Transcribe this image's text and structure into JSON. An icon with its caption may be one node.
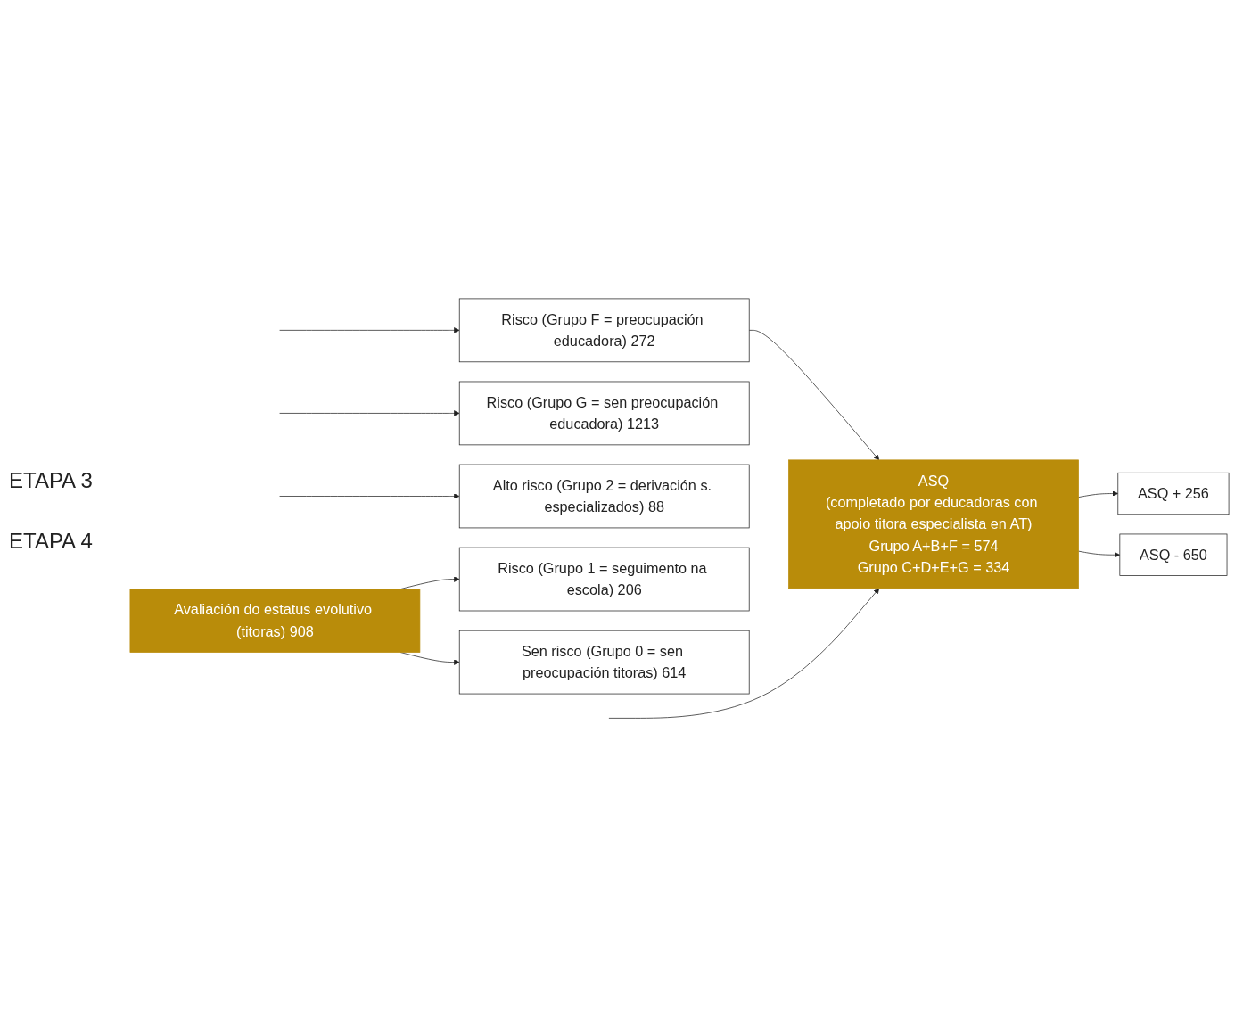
{
  "diagram": {
    "nodes": [
      {
        "text": [
          "Risco (Grupo F = preocupación educadora) 272"
        ]
      },
      {
        "text": [
          "Risco (Grupo G = sen preocupación educadora) 1213"
        ]
      },
      {
        "text": [
          "ASQ",
          "(completado por educadoras con apoio titora especialista en AT)",
          "Grupo A+B+F = 574",
          "Grupo C+D+E+G = 334"
        ]
      },
      {
        "text": [
          "ASQ + 256"
        ]
      },
      {
        "text": [
          "ASQ - 650"
        ]
      },
      {
        "text": [
          "Alto risco (Grupo 2 = derivación s. especializados) 88"
        ]
      },
      {
        "text": [
          "Avaliación do estatus evolutivo (titoras) 908"
        ]
      },
      {
        "text": [
          "Risco (Grupo 1 = seguimento na escola) 206"
        ]
      },
      {
        "text": [
          "Sen risco (Grupo 0 = sen preocupación titoras) 614"
        ]
      }
    ],
    "edges": [
      {
        "from": null,
        "to": 0,
        "arrow": "to"
      },
      {
        "from": null,
        "to": 1,
        "arrow": "to"
      },
      {
        "from": 0,
        "to": 2,
        "arrow": "to"
      },
      {
        "from": null,
        "to": 2,
        "arrow": "to"
      },
      {
        "from": 2,
        "to": 3,
        "arrow": "to"
      },
      {
        "from": 2,
        "to": 4,
        "arrow": "to"
      },
      {
        "from": null,
        "to": 5,
        "arrow": "to"
      },
      {
        "from": 6,
        "to": 7,
        "arrow": "to"
      },
      {
        "from": 6,
        "to": 8,
        "arrow": "to"
      }
    ],
    "labels": [
      "ETAPA 3",
      "ETAPA 4"
    ]
  }
}
